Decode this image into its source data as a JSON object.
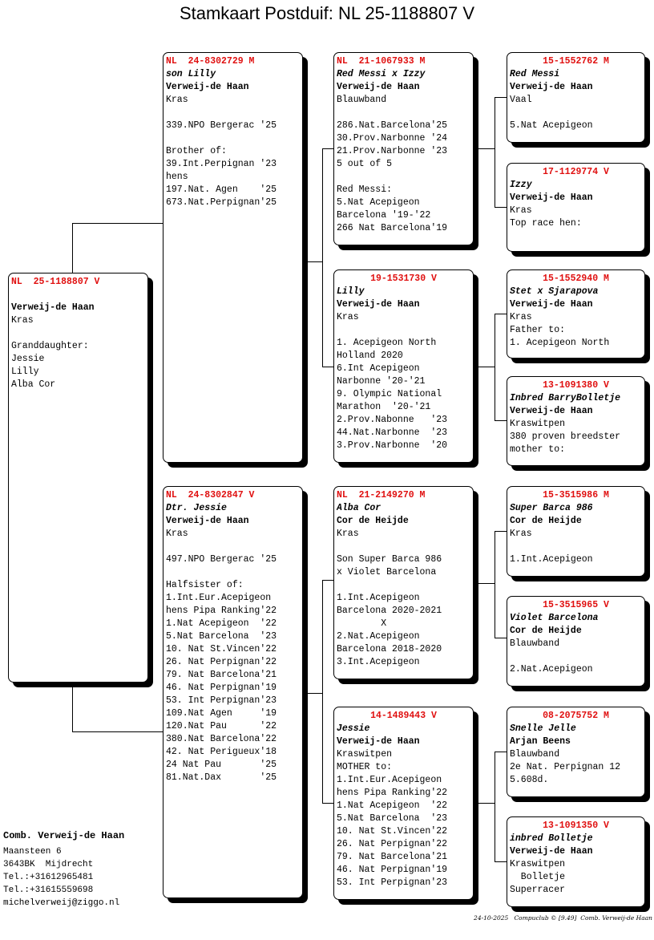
{
  "title": "Stamkaart Postduif: NL  25-1188807 V",
  "birds": {
    "subject": {
      "ring": "NL  25-1188807 V",
      "center": false,
      "name": "",
      "breeder": "Verweij-de Haan",
      "notes": [
        "Kras",
        "",
        "Granddaughter:",
        "Jessie",
        "Lilly",
        "Alba Cor"
      ]
    },
    "sire": {
      "ring": "NL  24-8302729 M",
      "center": false,
      "name": "son Lilly",
      "breeder": "Verweij-de Haan",
      "notes": [
        "Kras",
        "",
        "339.NPO Bergerac '25",
        "",
        "Brother of:",
        "39.Int.Perpignan '23",
        "hens",
        "197.Nat. Agen    '25",
        "673.Nat.Perpignan'25"
      ]
    },
    "dam": {
      "ring": "NL  24-8302847 V",
      "center": false,
      "name": "Dtr. Jessie",
      "breeder": "Verweij-de Haan",
      "notes": [
        "Kras",
        "",
        "497.NPO Bergerac '25",
        "",
        "Halfsister of:",
        "1.Int.Eur.Acepigeon",
        "hens Pipa Ranking'22",
        "1.Nat Acepigeon  '22",
        "5.Nat Barcelona  '23",
        "10. Nat St.Vincen'22",
        "26. Nat Perpignan'22",
        "79. Nat Barcelona'21",
        "46. Nat Perpignan'19",
        "53. Int Perpignan'23",
        "109.Nat Agen     '19",
        "120.Nat Pau      '22",
        "380.Nat Barcelona'22",
        "42. Nat Perigueux'18",
        "24 Nat Pau       '25",
        "81.Nat.Dax       '25"
      ]
    },
    "ss": {
      "ring": "NL  21-1067933 M",
      "center": false,
      "name": "Red Messi x Izzy",
      "breeder": "Verweij-de Haan",
      "notes": [
        "Blauwband",
        "",
        "286.Nat.Barcelona'25",
        "30.Prov.Narbonne '24",
        "21.Prov.Narbonne '23",
        "5 out of 5",
        "",
        "Red Messi:",
        "5.Nat Acepigeon",
        "Barcelona '19-'22",
        "266 Nat Barcelona'19"
      ]
    },
    "sd": {
      "ring": "19-1531730 V",
      "center": true,
      "name": "Lilly",
      "breeder": "Verweij-de Haan",
      "notes": [
        "Kras",
        "",
        "1. Acepigeon North",
        "Holland 2020",
        "6.Int Acepigeon",
        "Narbonne '20-'21",
        "9. Olympic National",
        "Marathon  '20-'21",
        "2.Prov.Nabonne   '23",
        "44.Nat.Narbonne  '23",
        "3.Prov.Narbonne  '20"
      ]
    },
    "ds": {
      "ring": "NL  21-2149270 M",
      "center": false,
      "name": "Alba Cor",
      "breeder": "Cor de Heijde",
      "notes": [
        "Kras",
        "",
        "Son Super Barca 986",
        "x Violet Barcelona",
        "",
        "1.Int.Acepigeon",
        "Barcelona 2020-2021",
        "        X",
        "2.Nat.Acepigeon",
        "Barcelona 2018-2020",
        "3.Int.Acepigeon"
      ]
    },
    "dd": {
      "ring": "14-1489443 V",
      "center": true,
      "name": "Jessie",
      "breeder": "Verweij-de Haan",
      "notes": [
        "Kraswitpen",
        "MOTHER to:",
        "1.Int.Eur.Acepigeon",
        "hens Pipa Ranking'22",
        "1.Nat Acepigeon  '22",
        "5.Nat Barcelona  '23",
        "10. Nat St.Vincen'22",
        "26. Nat Perpignan'22",
        "79. Nat Barcelona'21",
        "46. Nat Perpignan'19",
        "53. Int Perpignan'23"
      ]
    },
    "sss": {
      "ring": "15-1552762 M",
      "center": true,
      "name": "Red Messi",
      "breeder": "Verweij-de Haan",
      "notes": [
        "Vaal",
        "",
        "5.Nat Acepigeon"
      ]
    },
    "ssd": {
      "ring": "17-1129774 V",
      "center": true,
      "name": "Izzy",
      "breeder": "Verweij-de Haan",
      "notes": [
        "Kras",
        "Top race hen:"
      ]
    },
    "sds": {
      "ring": "15-1552940 M",
      "center": true,
      "name": "Stet x Sjarapova",
      "breeder": "Verweij-de Haan",
      "notes": [
        "Kras",
        "Father to:",
        "1. Acepigeon North"
      ]
    },
    "sdd": {
      "ring": "13-1091380 V",
      "center": true,
      "name": "Inbred BarryBolletje",
      "breeder": "Verweij-de Haan",
      "notes": [
        "Kraswitpen",
        "380 proven breedster",
        "mother to:"
      ]
    },
    "dss": {
      "ring": "15-3515986 M",
      "center": true,
      "name": "Super Barca 986",
      "breeder": "Cor de Heijde",
      "notes": [
        "Kras",
        "",
        "1.Int.Acepigeon"
      ]
    },
    "dsd": {
      "ring": "15-3515965 V",
      "center": true,
      "name": "Violet Barcelona",
      "breeder": "Cor de Heijde",
      "notes": [
        "Blauwband",
        "",
        "2.Nat.Acepigeon"
      ]
    },
    "dds": {
      "ring": "08-2075752 M",
      "center": true,
      "name": "Snelle Jelle",
      "breeder": "Arjan Beens",
      "notes": [
        "Blauwband",
        "2e Nat. Perpignan 12",
        "5.608d."
      ]
    },
    "ddd": {
      "ring": "13-1091350 V",
      "center": true,
      "name": "inbred Bolletje",
      "breeder": "Verweij-de Haan",
      "notes": [
        "Kraswitpen",
        "  Bolletje",
        "Superracer"
      ]
    }
  },
  "owner": {
    "name": "Comb. Verweij-de Haan",
    "lines": [
      "Maansteen 6",
      "3643BK  Mijdrecht",
      "Tel.:+31612965481",
      "Tel.:+31615559698",
      "michelverweij@ziggo.nl"
    ]
  },
  "footer": "24-10-2025   Compuclub © [9.49]  Comb. Verweij-de Haan",
  "colors": {
    "ring": "#e01010"
  }
}
